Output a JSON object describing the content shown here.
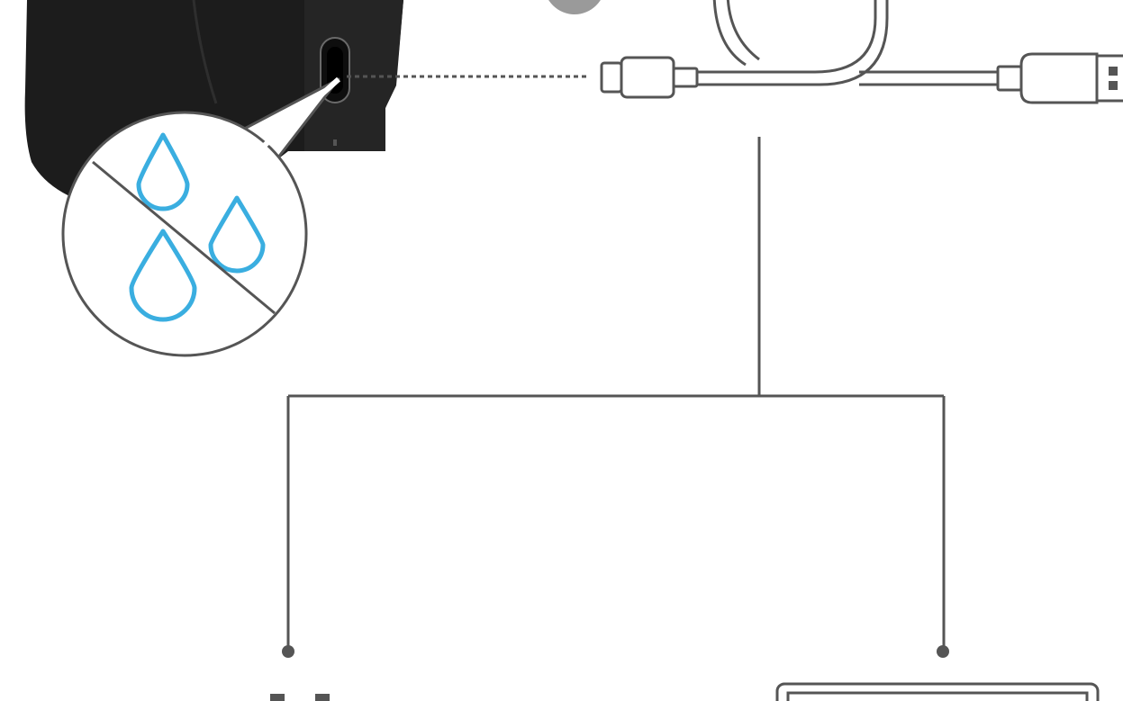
{
  "diagram": {
    "colors": {
      "line": "#555555",
      "water_drop": "#3aaee0",
      "headphone_body": "#1c1c1c",
      "headphone_edge": "#2e2e2e",
      "background": "#ffffff"
    },
    "components": {
      "headphone_earcup": "headphone-earcup",
      "usb_c_port": "usb-c-port",
      "no_water_warning": "water-drops-prohibited-icon",
      "cable_usb_c_end": "usb-c-plug-icon",
      "cable_usb_a_end": "usb-a-plug-icon",
      "left_device": "charger-device-partial",
      "right_device": "laptop-device-partial"
    }
  }
}
